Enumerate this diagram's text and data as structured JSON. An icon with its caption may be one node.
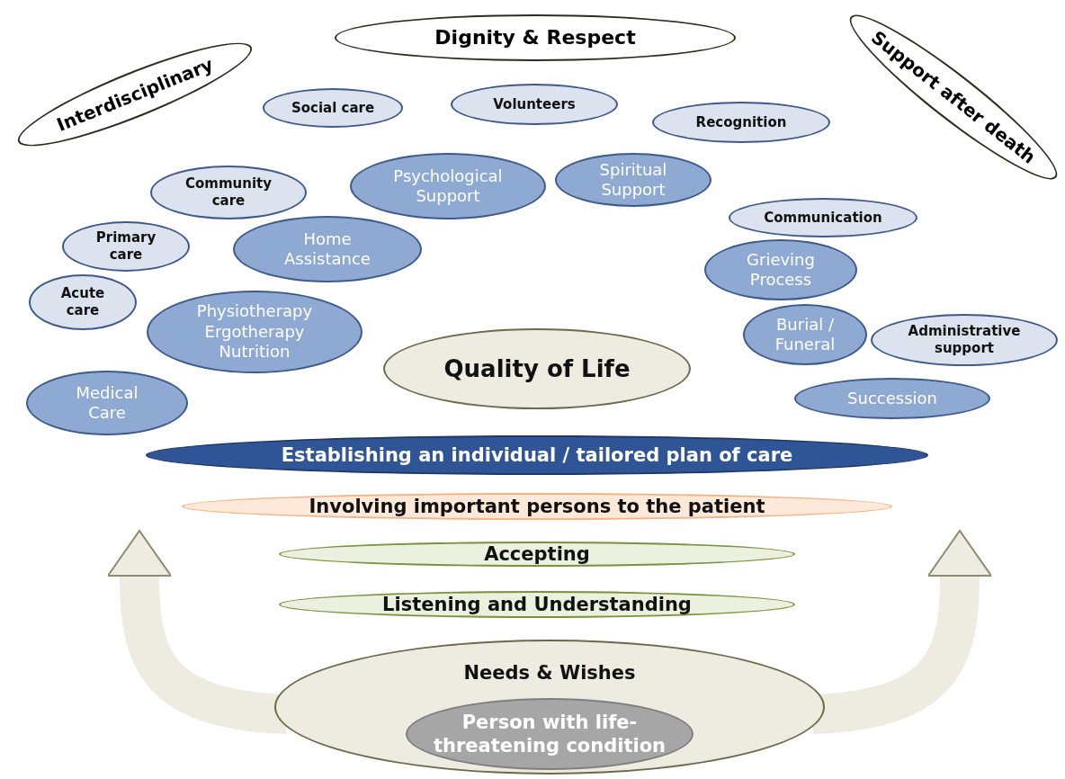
{
  "diagram": {
    "nodes": [
      {
        "text": [
          "Dignity & Respect"
        ]
      },
      {
        "text": [
          "Interdisciplinary"
        ]
      },
      {
        "text": [
          "Support after death"
        ]
      },
      {
        "text": [
          "Social care"
        ]
      },
      {
        "text": [
          "Volunteers"
        ]
      },
      {
        "text": [
          "Recognition"
        ]
      },
      {
        "text": [
          "Community care"
        ]
      },
      {
        "text": [
          "Psychological Support"
        ]
      },
      {
        "text": [
          "Spiritual Support"
        ]
      },
      {
        "text": [
          "Communication"
        ]
      },
      {
        "text": [
          "Primary care"
        ]
      },
      {
        "text": [
          "Home Assistance"
        ]
      },
      {
        "text": [
          "Grieving Process"
        ]
      },
      {
        "text": [
          "Acute care"
        ]
      },
      {
        "text": [
          "Physiotherapy Ergotherapy Nutrition"
        ]
      },
      {
        "text": [
          "Burial / Funeral"
        ]
      },
      {
        "text": [
          "Administrative support"
        ]
      },
      {
        "text": [
          "Quality of Life"
        ]
      },
      {
        "text": [
          "Medical Care"
        ]
      },
      {
        "text": [
          "Succession"
        ]
      },
      {
        "text": [
          "Establishing an individual / tailored plan of care"
        ]
      },
      {
        "text": [
          "Involving important persons to the patient"
        ]
      },
      {
        "text": [
          "Accepting"
        ]
      },
      {
        "text": [
          "Listening and Understanding"
        ]
      },
      {
        "text": [
          "Needs & Wishes"
        ]
      },
      {
        "text": [
          "Person with life-threatening condition"
        ],
        "in": 24
      }
    ],
    "edges": [
      {
        "from": 24,
        "to": 21,
        "arrow": "to"
      },
      {
        "from": 24,
        "to": 21,
        "arrow": "to"
      }
    ]
  }
}
